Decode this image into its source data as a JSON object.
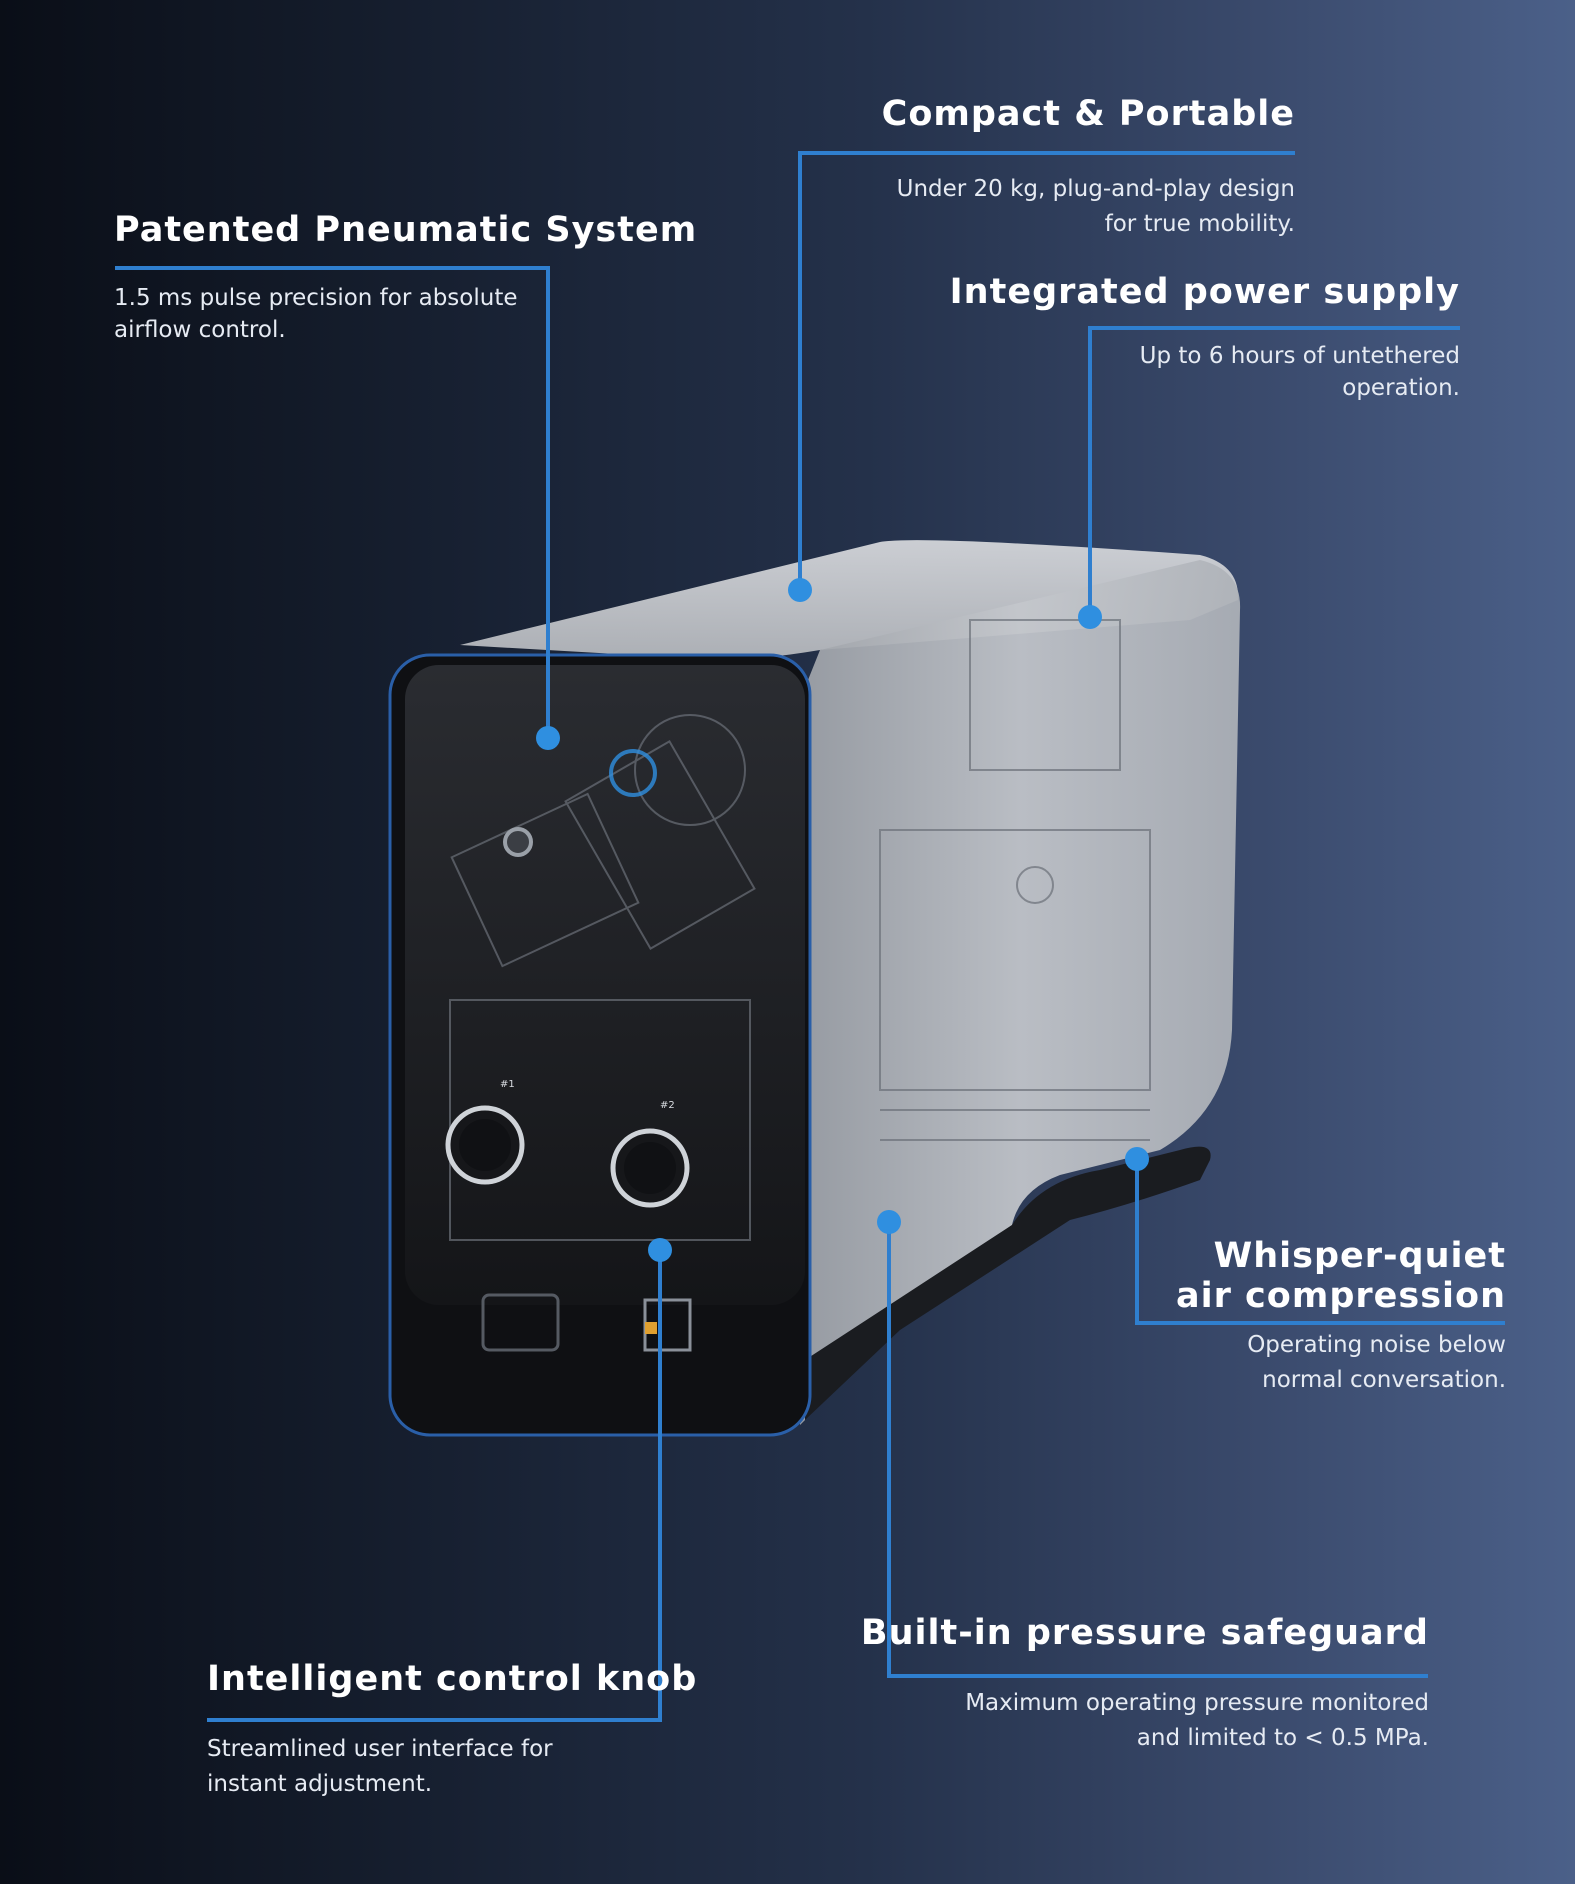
{
  "colors": {
    "accent": "#2f8fe0",
    "leader_line": "#2f7fcf",
    "title_text": "#ffffff",
    "desc_text": "#e6ebf3",
    "device_body": "#b8bcc2",
    "device_front": "#1c1e22"
  },
  "features": {
    "compact": {
      "title": "Compact & Portable",
      "desc_line1": "Under 20 kg, plug-and-play design",
      "desc_line2": "for true mobility."
    },
    "pneumatic": {
      "title": "Patented Pneumatic System",
      "desc_line1": "1.5 ms pulse precision for absolute",
      "desc_line2": "airflow control."
    },
    "power": {
      "title": "Integrated power supply",
      "desc_line1": "Up to 6 hours of untethered",
      "desc_line2": "operation."
    },
    "quiet": {
      "title_line1": "Whisper-quiet",
      "title_line2": "air compression",
      "desc_line1": "Operating noise below",
      "desc_line2": "normal conversation."
    },
    "pressure": {
      "title": "Built-in pressure safeguard",
      "desc_line1": "Maximum operating pressure monitored",
      "desc_line2": "and limited to < 0.5 MPa."
    },
    "knob": {
      "title": "Intelligent control knob",
      "desc_line1": "Streamlined user interface for",
      "desc_line2": "instant adjustment."
    }
  },
  "device": {
    "knob1_label": "#1",
    "knob2_label": "#2"
  }
}
